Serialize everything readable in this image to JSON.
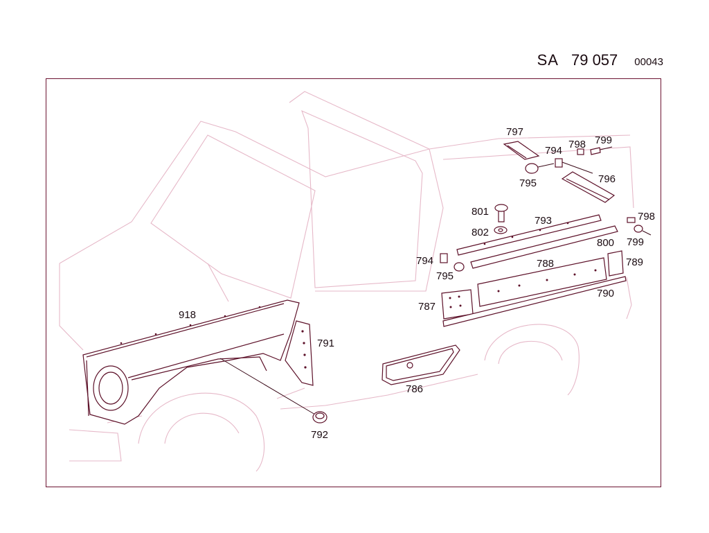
{
  "header": {
    "prefix": "SA",
    "number": "79 057",
    "ref": "00043"
  },
  "colors": {
    "frame": "#6b1230",
    "ghost_outline": "#e6b8c8",
    "part_stroke": "#5c1028"
  },
  "callouts": [
    {
      "id": "797",
      "text": "797"
    },
    {
      "id": "794",
      "text": "794"
    },
    {
      "id": "798",
      "text": "798"
    },
    {
      "id": "799",
      "text": "799"
    },
    {
      "id": "795",
      "text": "795"
    },
    {
      "id": "796",
      "text": "796"
    },
    {
      "id": "801",
      "text": "801"
    },
    {
      "id": "793",
      "text": "793"
    },
    {
      "id": "798b",
      "text": "798"
    },
    {
      "id": "802",
      "text": "802"
    },
    {
      "id": "800",
      "text": "800"
    },
    {
      "id": "799b",
      "text": "799"
    },
    {
      "id": "794b",
      "text": "794"
    },
    {
      "id": "788",
      "text": "788"
    },
    {
      "id": "789",
      "text": "789"
    },
    {
      "id": "795b",
      "text": "795"
    },
    {
      "id": "790",
      "text": "790"
    },
    {
      "id": "787",
      "text": "787"
    },
    {
      "id": "918",
      "text": "918"
    },
    {
      "id": "791",
      "text": "791"
    },
    {
      "id": "786",
      "text": "786"
    },
    {
      "id": "792",
      "text": "792"
    }
  ]
}
